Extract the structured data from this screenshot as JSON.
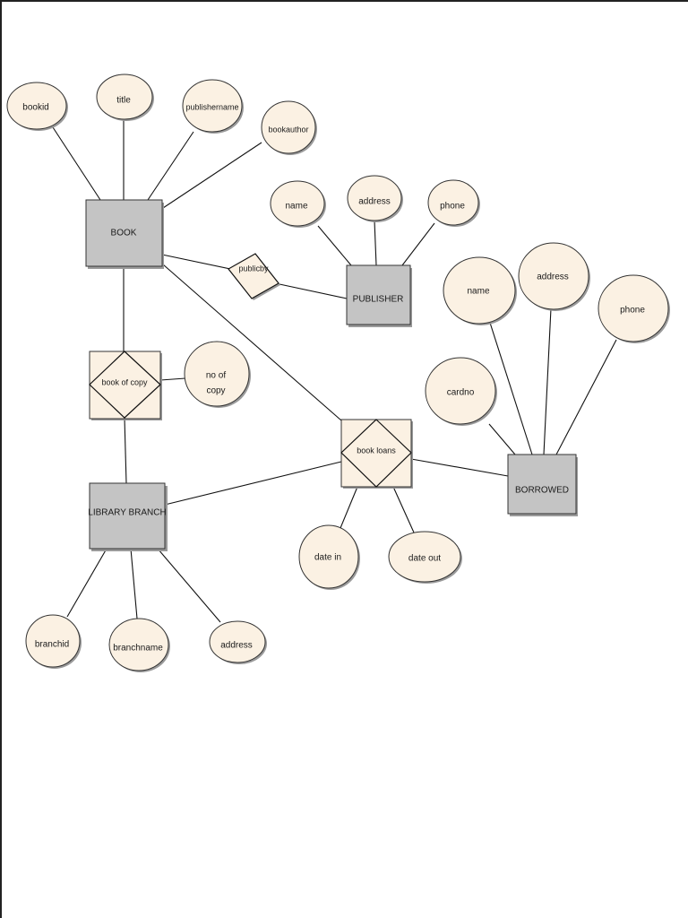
{
  "entities": {
    "book": "BOOK",
    "publisher": "PUBLISHER",
    "library_branch": "LIBRARY BRANCH",
    "borrowed": "BORROWED"
  },
  "relationships": {
    "publicby": "publicby",
    "book_of_copy": "book of copy",
    "book_loans": "book loans"
  },
  "attributes": {
    "book": [
      "bookid",
      "title",
      "publishername",
      "bookauthor"
    ],
    "publisher": [
      "name",
      "address",
      "phone"
    ],
    "borrowed": [
      "name",
      "address",
      "phone",
      "cardno"
    ],
    "book_of_copy": [
      "no of",
      "copy"
    ],
    "book_loans": [
      "date in",
      "date out"
    ],
    "library_branch": [
      "branchid",
      "branchname",
      "address"
    ]
  }
}
